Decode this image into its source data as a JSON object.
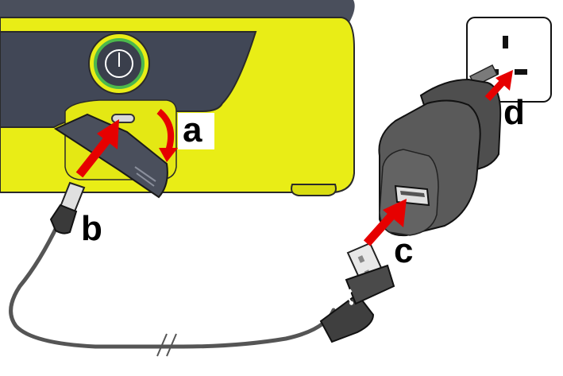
{
  "diagram": {
    "steps": {
      "a": "a",
      "b": "b",
      "c": "c",
      "d": "d"
    }
  },
  "colors": {
    "device_yellow": "#e9ed16",
    "device_dark": "#3e4451",
    "arrow_red": "#e60000",
    "plug_dark": "#4a4a4a",
    "power_ring_green": "#4cb84c"
  },
  "icons": [
    "power-icon",
    "usb-icon",
    "wall-socket-icon",
    "break-mark-icon"
  ]
}
